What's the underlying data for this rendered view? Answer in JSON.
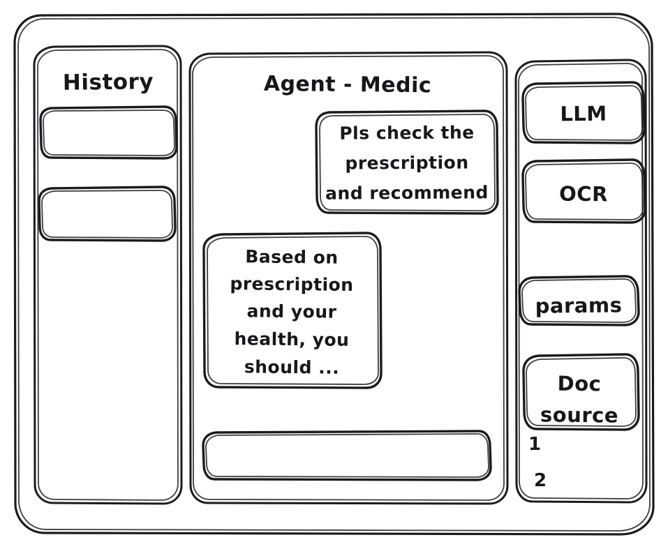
{
  "window": {
    "name": "wireframe-frame"
  },
  "sidebar_left": {
    "title": "History",
    "items": [
      {
        "label": ""
      },
      {
        "label": ""
      }
    ]
  },
  "main": {
    "title": "Agent - Medic",
    "messages": [
      {
        "role": "user",
        "lines": [
          "Pls check the",
          "prescription",
          "and recommend"
        ]
      },
      {
        "role": "agent",
        "lines": [
          "Based on",
          "prescription",
          "and your",
          "health, you",
          "should ..."
        ]
      }
    ],
    "composer": {
      "value": "",
      "placeholder": ""
    }
  },
  "sidebar_right": {
    "buttons": [
      {
        "label": "LLM"
      },
      {
        "label": "OCR"
      },
      {
        "label": "params"
      }
    ],
    "doc_source": {
      "lines": [
        "Doc",
        "source"
      ],
      "entries": [
        "1",
        "2"
      ]
    }
  },
  "style": {
    "stroke": "#1b1b1f",
    "ink": "#17171b",
    "background": "#ffffff"
  }
}
